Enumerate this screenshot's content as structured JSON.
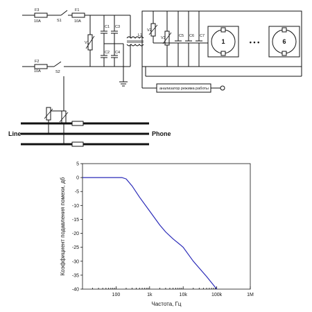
{
  "schematic": {
    "fuse_f3": "F3",
    "fuse_f3_rating": "10A",
    "fuse_f2": "F2",
    "fuse_f2_rating": "10A",
    "switch_s1": "S1",
    "switch_s2": "S2",
    "fuse_f1": "F1",
    "fuse_f1_rating": "10A",
    "cap_c1": "C1",
    "cap_c2": "C2",
    "cap_c3": "C3",
    "cap_c4": "C4",
    "cap_c5": "C5",
    "cap_c6": "C6",
    "cap_c7": "C7",
    "varistor_1": "V1",
    "varistor_2": "V2",
    "varistor_3": "V3",
    "inductor_l1": "L1",
    "analyzer_label": "анализатор режима работы",
    "socket_first": "1",
    "socket_last": "6",
    "ellipsis": "• • •",
    "line_label": "Line",
    "phone_label": "Phone"
  },
  "chart_data": {
    "type": "line",
    "title": "",
    "xlabel": "Частота, Гц",
    "ylabel": "Коэффициент подавления помехи, дб",
    "x_scale": "log",
    "xlim": [
      10,
      1000000
    ],
    "ylim": [
      -40,
      5
    ],
    "x_ticks": [
      {
        "value": 100,
        "label": "100"
      },
      {
        "value": 1000,
        "label": "1k"
      },
      {
        "value": 10000,
        "label": "10k"
      },
      {
        "value": 100000,
        "label": "100k"
      },
      {
        "value": 1000000,
        "label": "1M"
      }
    ],
    "y_ticks": [
      5,
      0,
      -5,
      -10,
      -15,
      -20,
      -25,
      -30,
      -35,
      -40
    ],
    "grid": false,
    "series": [
      {
        "color": "#2a2ab8",
        "x": [
          10,
          100,
          150,
          200,
          300,
          500,
          1000,
          2000,
          3000,
          5000,
          8000,
          10000,
          20000,
          50000,
          100000
        ],
        "y": [
          0,
          0,
          0,
          -0.5,
          -3,
          -7,
          -12,
          -17,
          -19.5,
          -22,
          -24,
          -25,
          -30,
          -35.5,
          -40
        ]
      }
    ]
  }
}
